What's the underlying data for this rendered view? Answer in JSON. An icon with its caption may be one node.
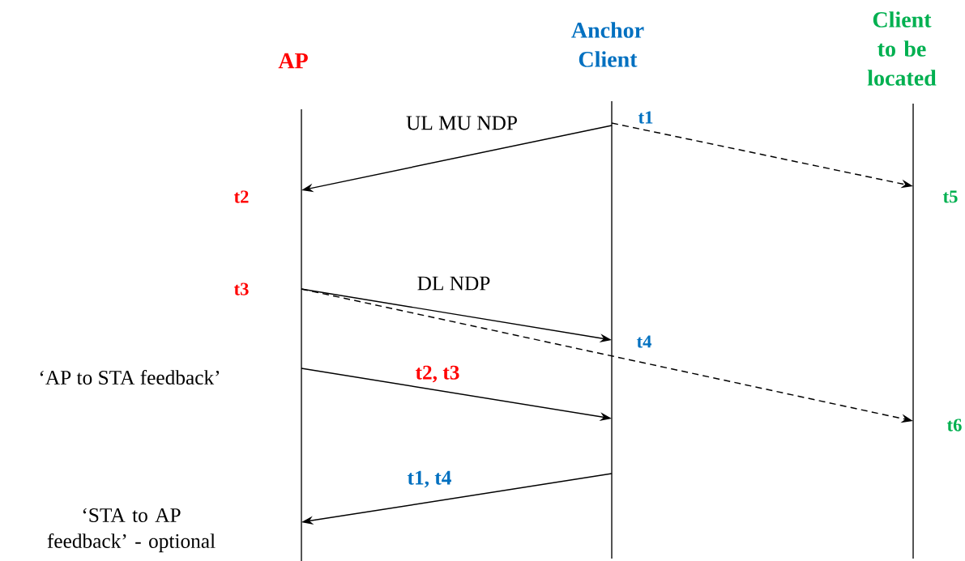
{
  "diagram": {
    "nodes": [
      {
        "text": [
          "AP"
        ]
      },
      {
        "text": [
          "Anchor Client"
        ]
      },
      {
        "text": [
          "Client to be located"
        ]
      },
      {
        "text": [],
        "shape": "bar",
        "beside": [
          "t2",
          "t3"
        ]
      },
      {
        "text": [],
        "shape": "bar",
        "beside": [
          "t1",
          "t4"
        ]
      },
      {
        "text": [],
        "shape": "bar",
        "beside": [
          "t5",
          "t6"
        ]
      }
    ],
    "edges": [
      {
        "from": 4,
        "to": 3,
        "arrow": "to",
        "label": "UL MU NDP"
      },
      {
        "from": 4,
        "to": 5,
        "arrow": "to",
        "style": "dashed"
      },
      {
        "from": 3,
        "to": 4,
        "arrow": "to",
        "label": "DL NDP"
      },
      {
        "from": 3,
        "to": 5,
        "arrow": "to",
        "style": "dashed"
      },
      {
        "from": 3,
        "to": 4,
        "arrow": "to",
        "label": "t2, t3"
      },
      {
        "from": 4,
        "to": 3,
        "arrow": "to",
        "label": "t1, t4"
      }
    ],
    "labels": [
      "‘AP to STA feedback’",
      "‘STA to AP feedback’ - optional"
    ]
  }
}
